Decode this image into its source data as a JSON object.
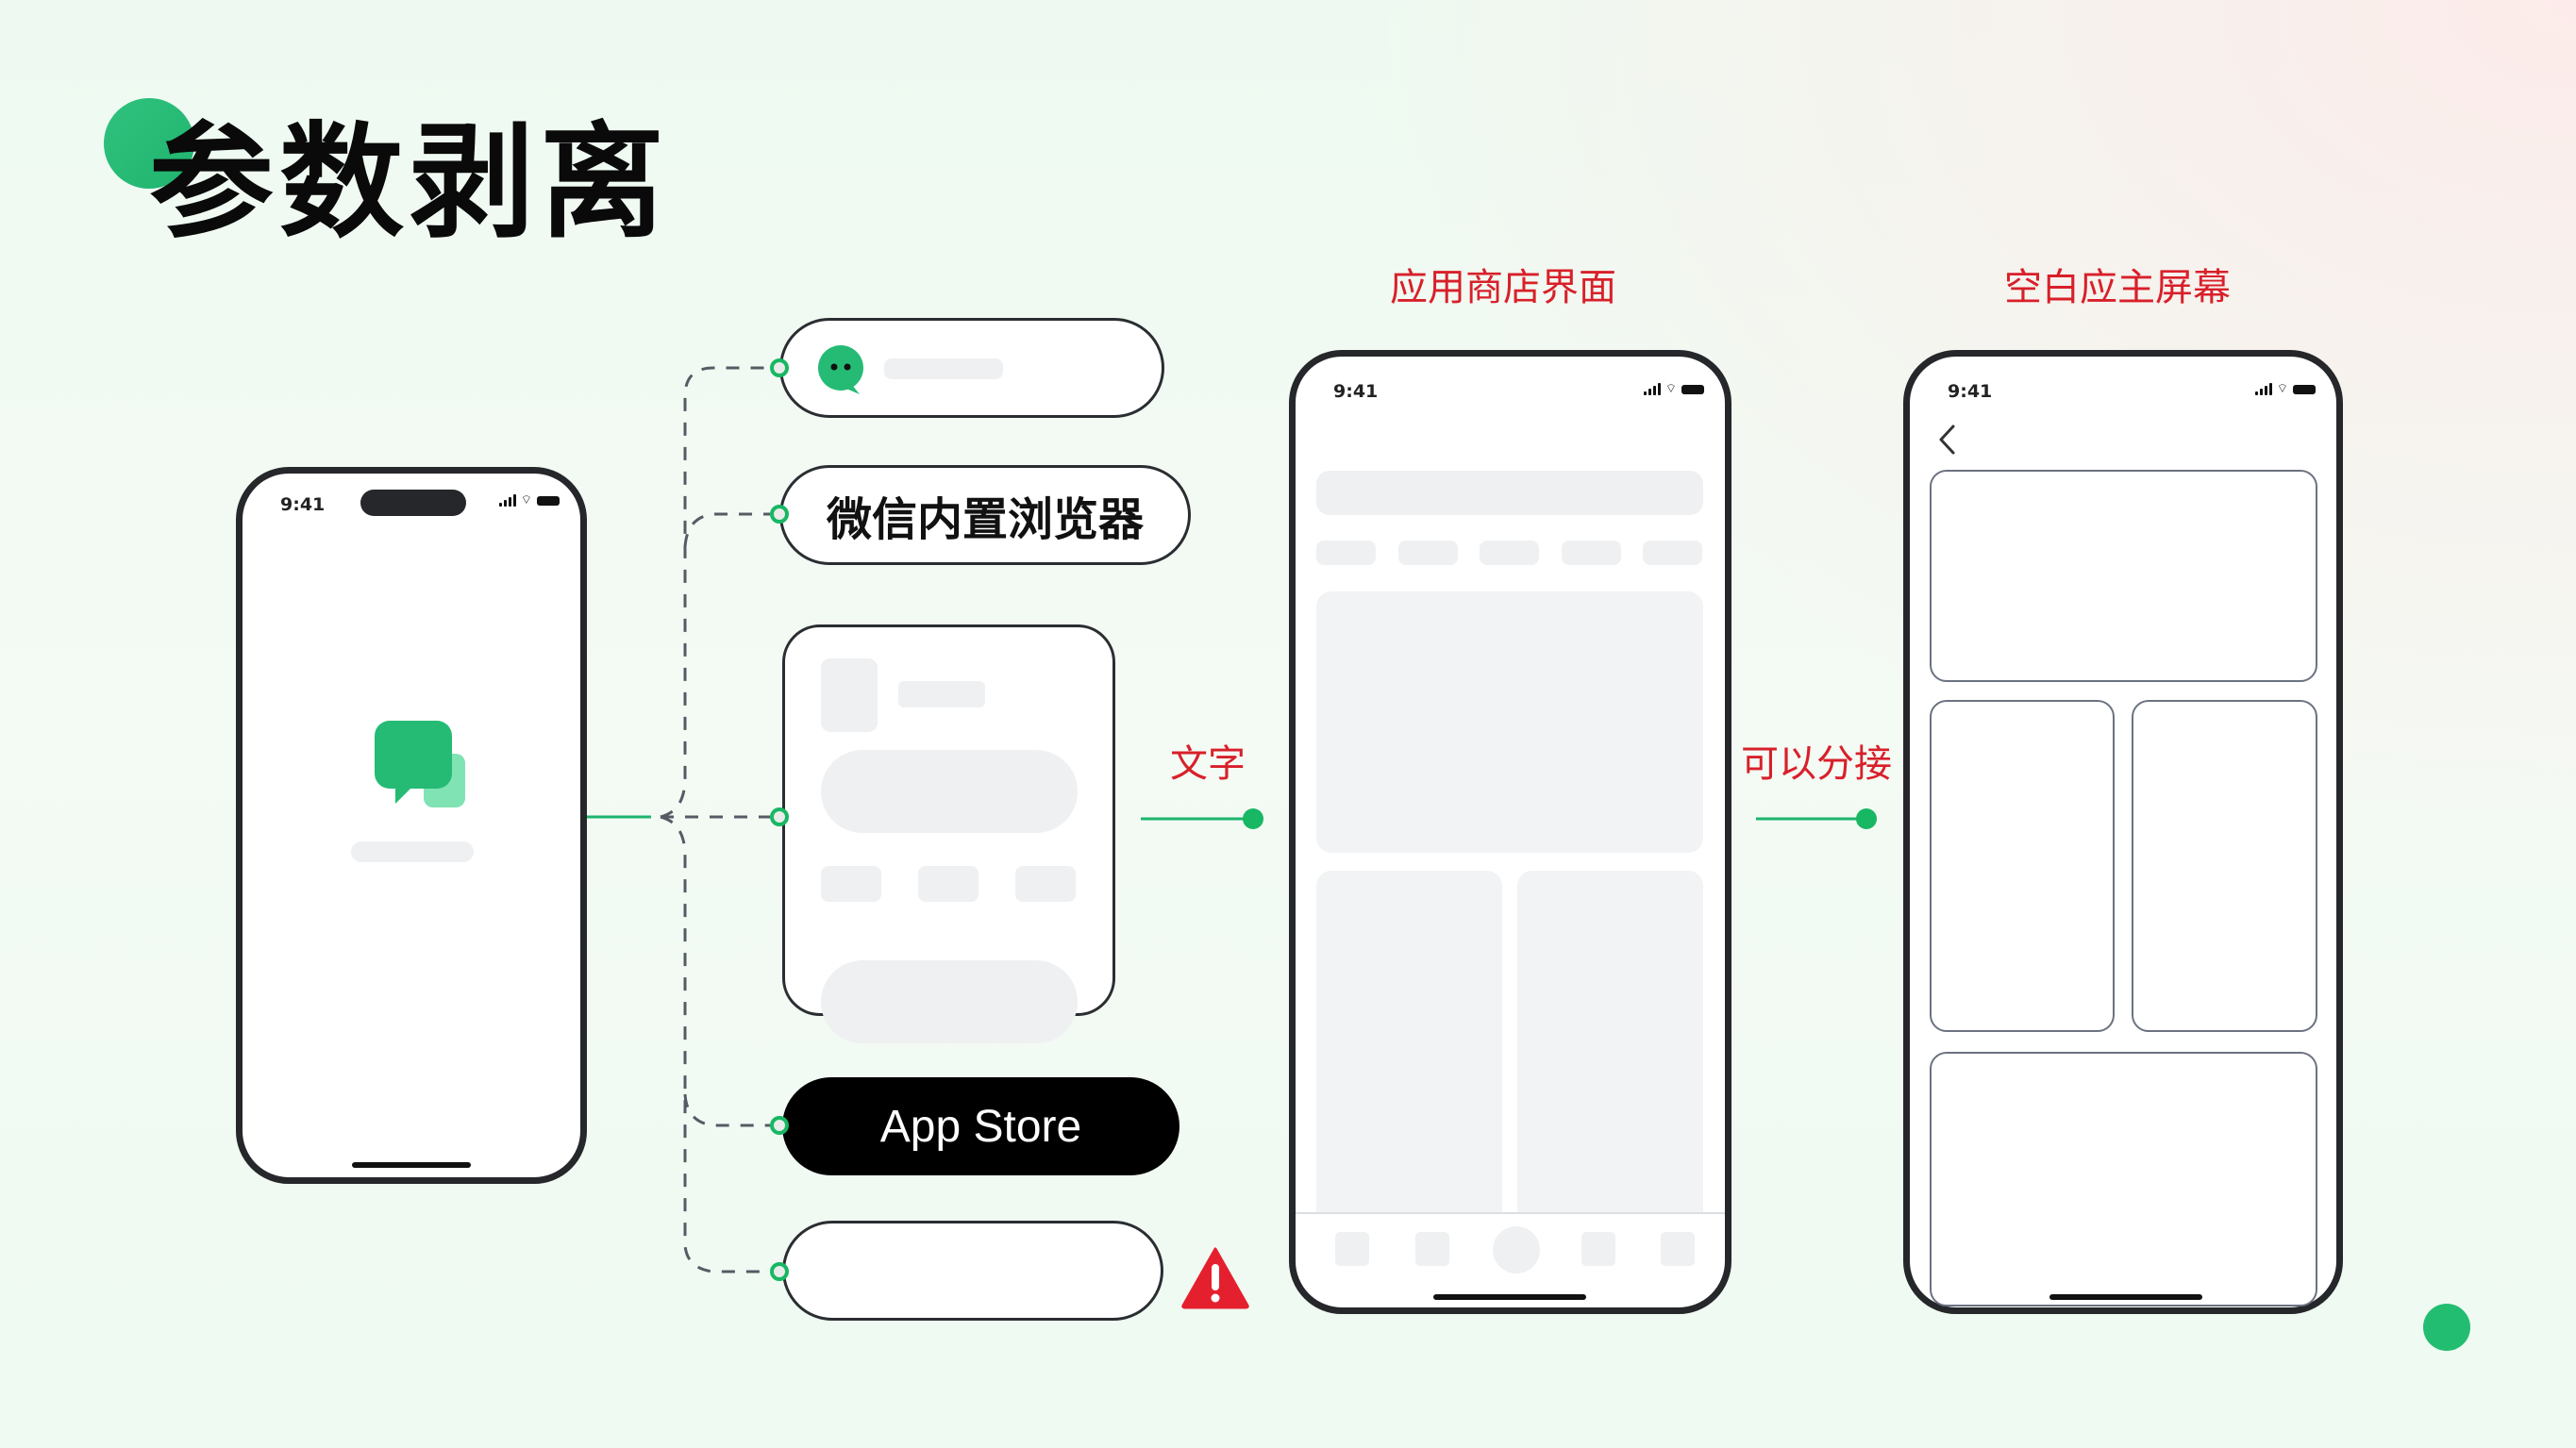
{
  "title": "参数剥离",
  "colors": {
    "accent_green": "#18b763",
    "title_dot": "#2ec27e",
    "label_red": "#d8202a",
    "warning_red": "#e5202e",
    "pill_dark": "#000000",
    "phone_frame": "#25272a",
    "skeleton": "#eff0f2"
  },
  "source_phone": {
    "status_time": "9:41",
    "icon": "chat-bubbles-icon"
  },
  "branches": [
    {
      "type": "pill",
      "content": "wechat-icon-with-placeholder"
    },
    {
      "type": "pill",
      "label": "微信内置浏览器"
    },
    {
      "type": "card",
      "content": "skeleton-page"
    },
    {
      "type": "pill-dark",
      "label": "App Store"
    },
    {
      "type": "pill",
      "content": "empty",
      "warning": "warning-icon"
    }
  ],
  "connector_labels": {
    "first": "文字",
    "second": "可以分接"
  },
  "appstore_screen": {
    "heading": "应用商店界面",
    "status_time": "9:41"
  },
  "blank_home_screen": {
    "heading": "空白应主屏幕",
    "status_time": "9:41",
    "back_icon": "chevron-left-icon"
  }
}
